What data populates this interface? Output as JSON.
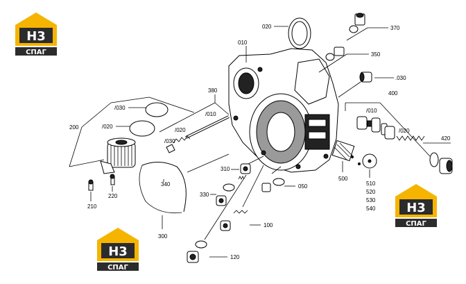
{
  "labels": {
    "p020_top": "020",
    "p010_main": "010",
    "p370": "370",
    "p350": "350",
    "p030_right": ".030",
    "p400": "400",
    "p010_400": "/010",
    "p020_400": "/020",
    "p420": "420",
    "p380": "380",
    "p010_380": "/010",
    "p020_380": "/020",
    "p030_380": "/030",
    "p200": "200",
    "p030_200": "/030",
    "p020_200": "/020",
    "p210": "210",
    "p220": "220",
    "p340": "340",
    "p300": "300",
    "p310": "310",
    "p330": "330",
    "p050": "050",
    "p100": "100",
    "p120": "120",
    "p500": "500",
    "p510": "510",
    "p520": "520",
    "p530": "530",
    "p540": "540"
  },
  "logo": {
    "mark": "H3",
    "text": "СПАГ",
    "colors": {
      "accent": "#f5b400",
      "dark": "#2c2c2c"
    }
  }
}
